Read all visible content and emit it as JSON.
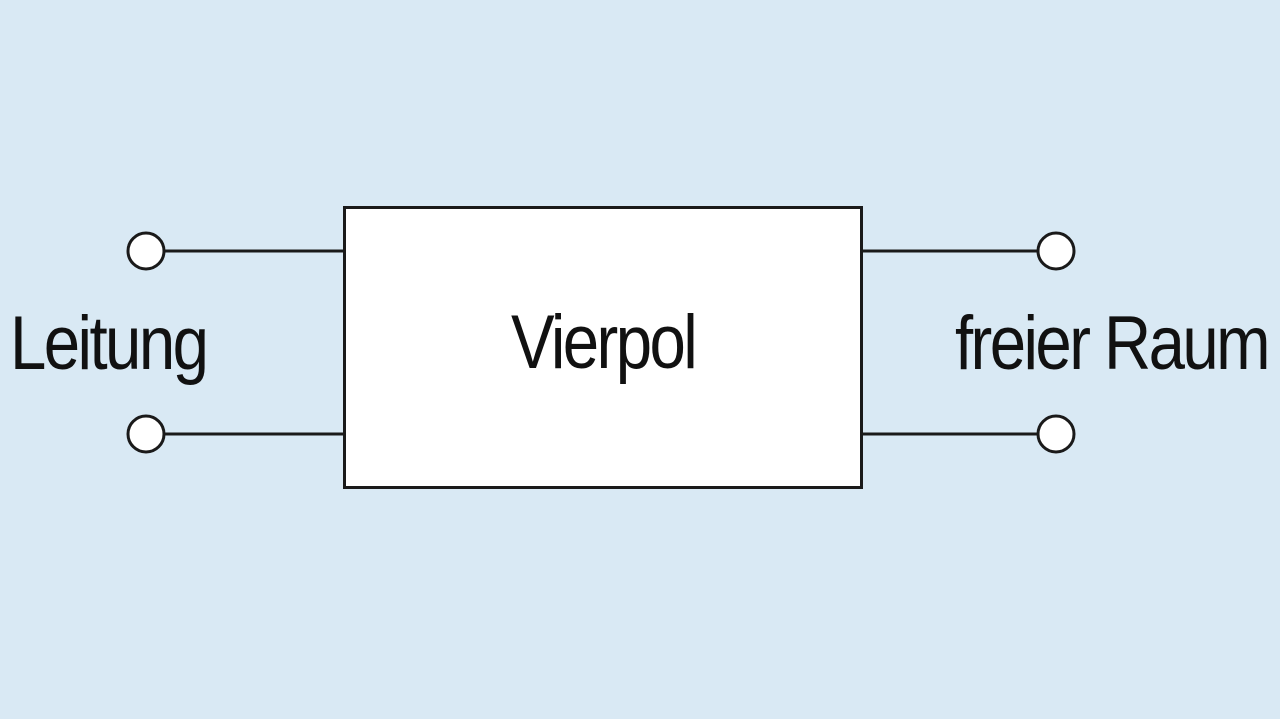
{
  "diagram": {
    "input_label": "Leitung",
    "block_label": "Vierpol",
    "output_label": "freier Raum"
  },
  "colors": {
    "background": "#d9e9f4",
    "block_fill": "#ffffff",
    "stroke": "#1a1a1a"
  }
}
